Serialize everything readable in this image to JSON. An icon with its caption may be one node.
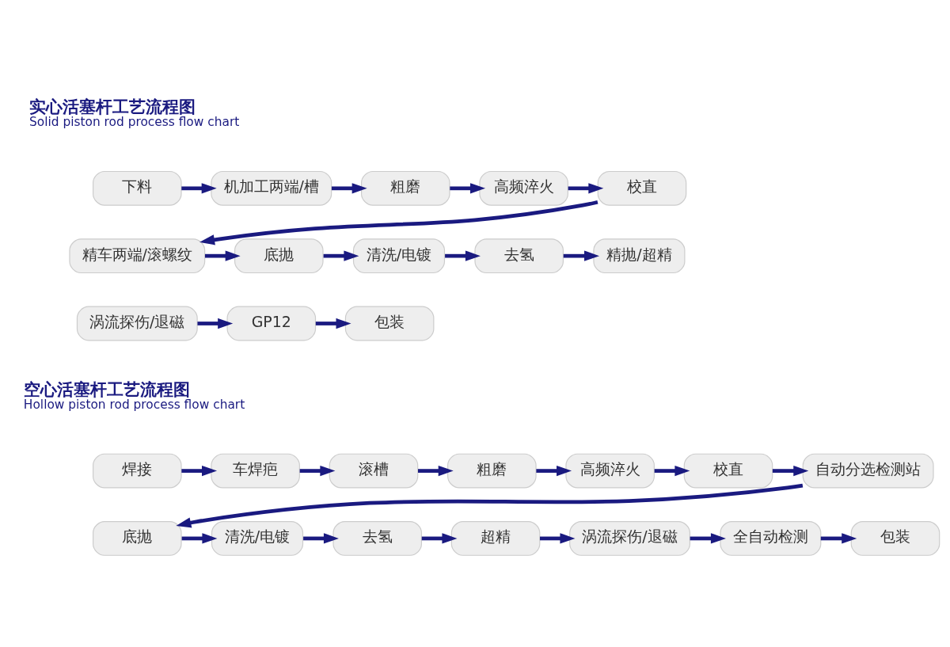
{
  "diagram": {
    "nodes": [
      {
        "text": [
          "下料"
        ]
      },
      {
        "text": [
          "机加工两端/槽"
        ]
      },
      {
        "text": [
          "粗磨"
        ]
      },
      {
        "text": [
          "高频淬火"
        ]
      },
      {
        "text": [
          "校直"
        ]
      },
      {
        "text": [
          "精抛/超精"
        ]
      },
      {
        "text": [
          "去氢"
        ]
      },
      {
        "text": [
          "清洗/电镀"
        ]
      },
      {
        "text": [
          "底抛"
        ]
      },
      {
        "text": [
          "精车两端/滚螺纹"
        ]
      },
      {
        "text": [
          "涡流探伤/退磁"
        ]
      },
      {
        "text": [
          "GP12"
        ]
      },
      {
        "text": [
          "包装"
        ]
      },
      {
        "text": [
          "焊接"
        ]
      },
      {
        "text": [
          "车焊疤"
        ]
      },
      {
        "text": [
          "滚槽"
        ]
      },
      {
        "text": [
          "粗磨"
        ]
      },
      {
        "text": [
          "高频淬火"
        ]
      },
      {
        "text": [
          "校直"
        ]
      },
      {
        "text": [
          "自动分选检测站"
        ]
      },
      {
        "text": [
          "包装"
        ]
      },
      {
        "text": [
          "全自动检测"
        ]
      },
      {
        "text": [
          "涡流探伤/退磁"
        ]
      },
      {
        "text": [
          "超精"
        ]
      },
      {
        "text": [
          "去氢"
        ]
      },
      {
        "text": [
          "清洗/电镀"
        ]
      },
      {
        "text": [
          "底抛"
        ]
      }
    ],
    "edges": [
      {
        "from": 0,
        "to": 1,
        "arrow": "to"
      },
      {
        "from": 1,
        "to": 2,
        "arrow": "to"
      },
      {
        "from": 2,
        "to": 3,
        "arrow": "to"
      },
      {
        "from": 3,
        "to": 4,
        "arrow": "to"
      },
      {
        "from": 4,
        "to": 9,
        "arrow": "to"
      },
      {
        "from": 9,
        "to": 8,
        "arrow": "to"
      },
      {
        "from": 8,
        "to": 7,
        "arrow": "to"
      },
      {
        "from": 7,
        "to": 6,
        "arrow": "to"
      },
      {
        "from": 6,
        "to": 5,
        "arrow": "to"
      },
      {
        "from": 10,
        "to": 11,
        "arrow": "to"
      },
      {
        "from": 11,
        "to": 12,
        "arrow": "to"
      },
      {
        "from": 13,
        "to": 14,
        "arrow": "to"
      },
      {
        "from": 14,
        "to": 15,
        "arrow": "to"
      },
      {
        "from": 15,
        "to": 16,
        "arrow": "to"
      },
      {
        "from": 16,
        "to": 17,
        "arrow": "to"
      },
      {
        "from": 17,
        "to": 18,
        "arrow": "to"
      },
      {
        "from": 18,
        "to": 19,
        "arrow": "to"
      },
      {
        "from": 19,
        "to": 26,
        "arrow": "to"
      },
      {
        "from": 26,
        "to": 25,
        "arrow": "to"
      },
      {
        "from": 25,
        "to": 24,
        "arrow": "to"
      },
      {
        "from": 24,
        "to": 23,
        "arrow": "to"
      },
      {
        "from": 23,
        "to": 22,
        "arrow": "to"
      },
      {
        "from": 22,
        "to": 21,
        "arrow": "to"
      },
      {
        "from": 21,
        "to": 20,
        "arrow": "to"
      }
    ],
    "labels": [
      "实心活塞杆工艺流程图",
      "Solid piston rod process flow chart",
      "空心活塞杆工艺流程图",
      "Hollow piston rod process flow chart"
    ]
  }
}
